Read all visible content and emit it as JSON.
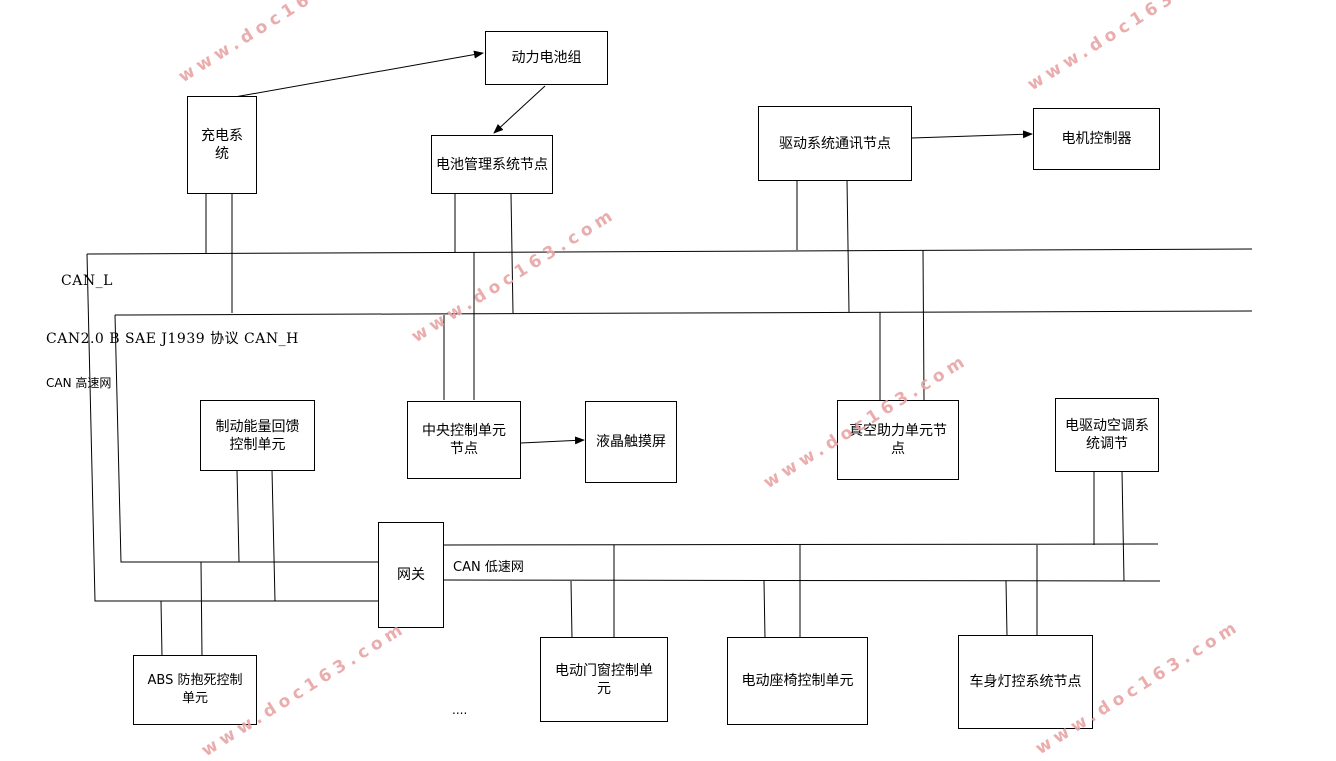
{
  "nodes": {
    "battery_pack": "动力电池组",
    "charging_system": "充电系统",
    "bms_node": "电池管理系统节点",
    "drive_comm_node": "驱动系统通讯节点",
    "motor_controller": "电机控制器",
    "brake_regen_unit": "制动能量回馈控制单元",
    "central_control_unit": "中央控制单元节点",
    "lcd_touchscreen": "液晶触摸屏",
    "vacuum_boost_node": "真空助力单元节点",
    "ac_control_node": "电驱动空调系统调节",
    "gateway": "网关",
    "abs_unit": "ABS 防抱死控制单元",
    "door_window_unit": "电动门窗控制单元",
    "seat_unit": "电动座椅控制单元",
    "body_light_node": "车身灯控系统节点"
  },
  "labels": {
    "can_l": "CAN_L",
    "can_protocol": "CAN2.0 B SAE J1939 协议 CAN_H",
    "can_high_speed": "CAN 高速网",
    "can_low_speed": "CAN 低速网",
    "ellipsis": "...."
  },
  "watermark": "www.doc163.com",
  "colors": {
    "line": "#000000",
    "watermark": "#e8a4a4"
  }
}
